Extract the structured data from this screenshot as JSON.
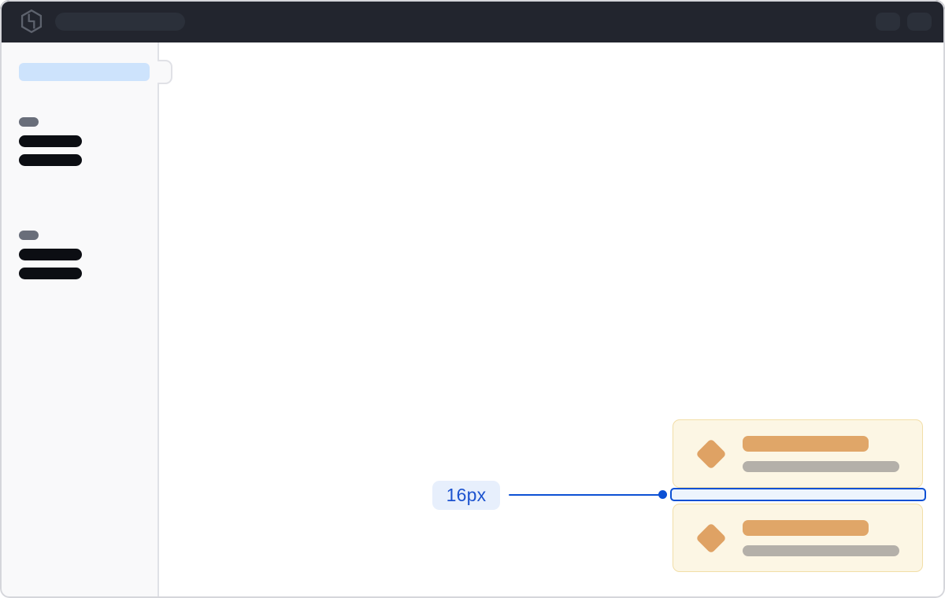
{
  "annotation": {
    "spacing_label": "16px"
  },
  "header": {
    "logo_icon": "hashicorp-logo",
    "search_value": "",
    "search_placeholder": "",
    "action_buttons": 2
  },
  "sidebar": {
    "active_item": {
      "label": "",
      "selected": true
    },
    "sections": [
      {
        "label_skeleton": true,
        "item_skeletons": 2
      },
      {
        "label_skeleton": true,
        "item_skeletons": 2
      }
    ]
  },
  "cards": [
    {
      "icon": "diamond",
      "title_skeleton": true,
      "body_skeleton": true
    },
    {
      "icon": "diamond",
      "title_skeleton": true,
      "body_skeleton": true
    }
  ],
  "colors": {
    "header_bg": "#22252E",
    "header_pill": "#2B303A",
    "logo_gray": "#5D626D",
    "sidebar_bg": "#F9F9FA",
    "sidebar_border": "#E0E1E6",
    "active_item": "#CDE3FC",
    "skeleton_label": "#696E7A",
    "skeleton_text": "#0C0E13",
    "card_bg": "#FCF6E4",
    "card_border": "#F2DEA7",
    "card_orange": "#DFA264",
    "card_bar_orange": "#E0A668",
    "card_bar_gray": "#B4B0A9",
    "accent_blue": "#0C50D4",
    "label_bg": "#E7EFFC",
    "label_text": "#1C53CF",
    "highlight_fill": "#EDF4FD",
    "window_border": "#D5D6DB",
    "main_bg": "#FFFFFF"
  }
}
